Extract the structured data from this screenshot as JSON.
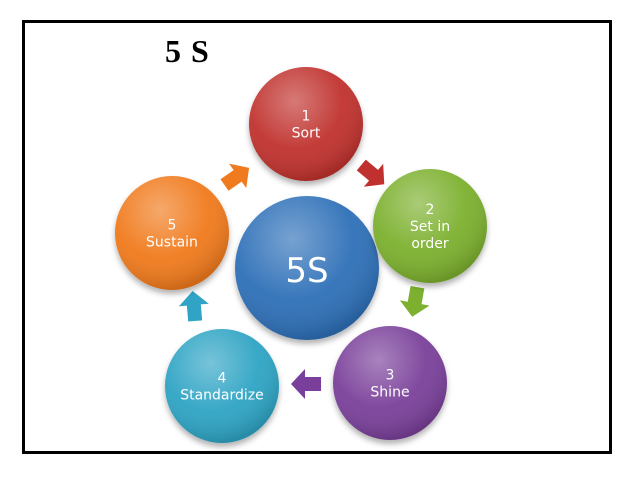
{
  "title": "5 S",
  "center": {
    "label": "5S",
    "color": "#2e6fb8"
  },
  "steps": [
    {
      "num": "1",
      "lines": [
        "Sort"
      ],
      "color": "#c0302f"
    },
    {
      "num": "2",
      "lines": [
        "Set in",
        "order"
      ],
      "color": "#7cb02e"
    },
    {
      "num": "3",
      "lines": [
        "Shine"
      ],
      "color": "#7a3f9a"
    },
    {
      "num": "4",
      "lines": [
        "Standardize"
      ],
      "color": "#2fa4c4"
    },
    {
      "num": "5",
      "lines": [
        "Sustain"
      ],
      "color": "#f07a1e"
    }
  ],
  "arrow_colors": [
    "#c0302f",
    "#7cb02e",
    "#7a3f9a",
    "#2fa4c4",
    "#f07a1e"
  ]
}
